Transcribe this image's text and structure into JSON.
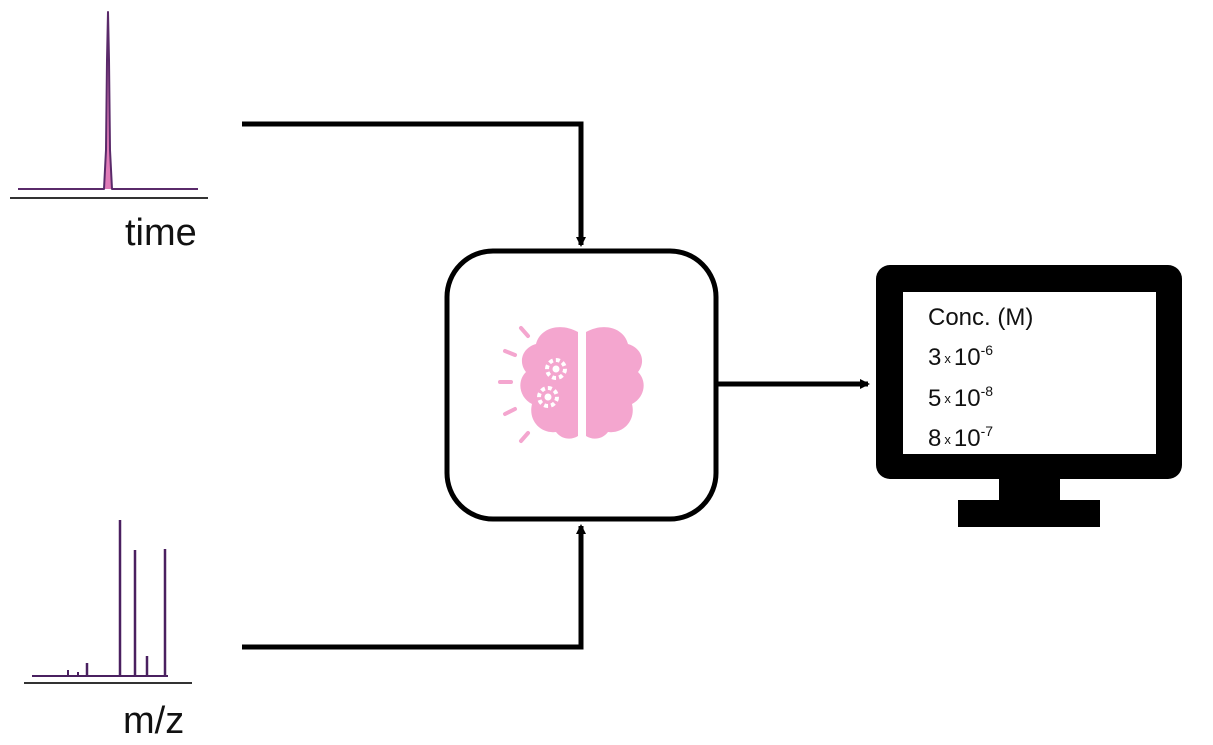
{
  "chromatogram": {
    "axis_label": "time",
    "trace_color": "#5a2a6a",
    "peak_fill": "#e07bb8"
  },
  "spectrum": {
    "axis_label": "m/z",
    "line_color": "#4a2060"
  },
  "model": {
    "icon": "brain-gears-icon",
    "icon_color": "#f4a6cf"
  },
  "monitor": {
    "header": "Conc. (M)",
    "rows": [
      {
        "mantissa": "3",
        "times": "x",
        "base": "10",
        "exponent": "-6"
      },
      {
        "mantissa": "5",
        "times": "x",
        "base": "10",
        "exponent": "-8"
      },
      {
        "mantissa": "8",
        "times": "x",
        "base": "10",
        "exponent": "-7"
      }
    ]
  }
}
